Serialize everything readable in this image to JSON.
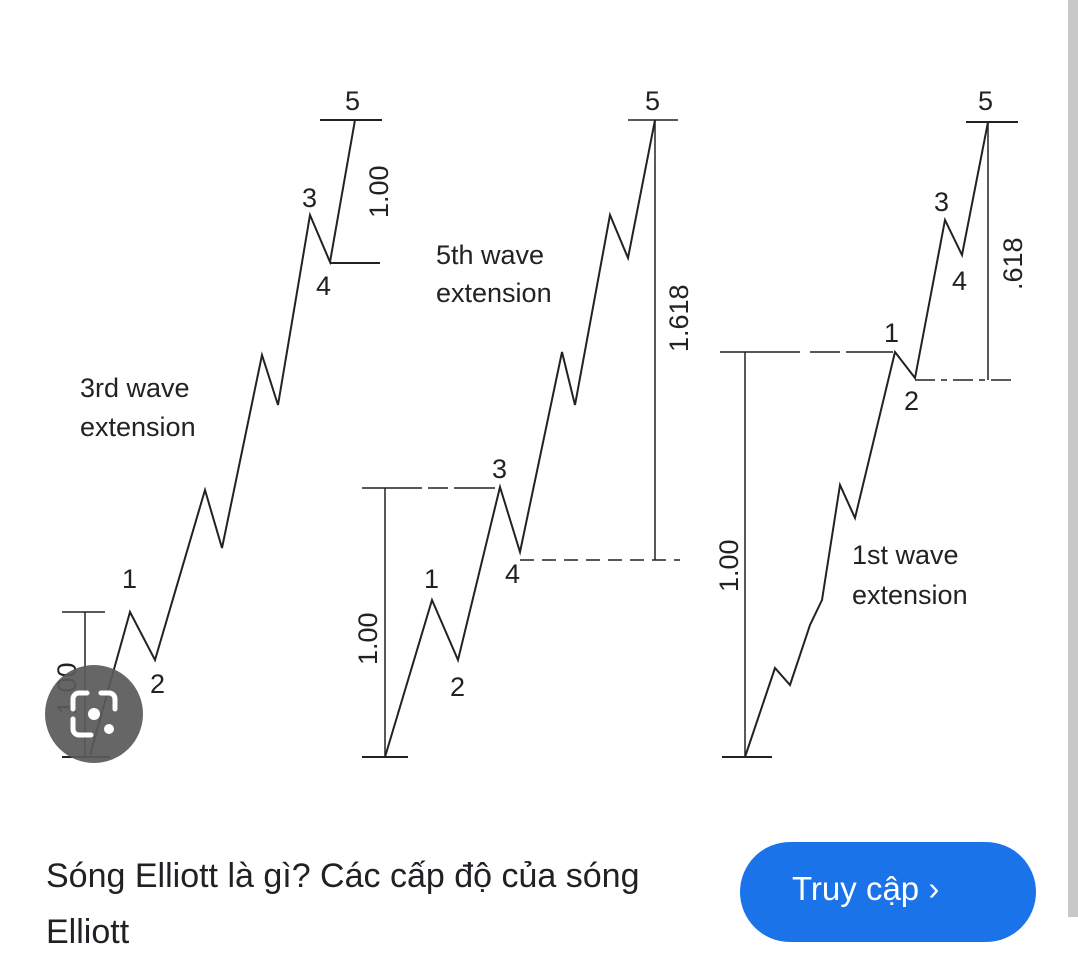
{
  "diagram": {
    "panels": [
      {
        "caption_line1": "3rd wave",
        "caption_line2": "extension",
        "labels": [
          "1",
          "2",
          "3",
          "4",
          "5"
        ],
        "ratio_top": "1.00",
        "ratio_bottom": "1.00"
      },
      {
        "caption_line1": "5th wave",
        "caption_line2": "extension",
        "labels": [
          "1",
          "2",
          "3",
          "4",
          "5"
        ],
        "ratio_top": "1.618",
        "ratio_bottom": "1.00"
      },
      {
        "caption_line1": "1st wave",
        "caption_line2": "extension",
        "labels": [
          "1",
          "2",
          "3",
          "4",
          "5"
        ],
        "ratio_top": ".618",
        "ratio_bottom": "1.00"
      }
    ]
  },
  "lens_button": {
    "icon": "google-lens-icon"
  },
  "result": {
    "title": "Sóng Elliott là gì? Các cấp độ của sóng Elliott",
    "visit_button_label": "Truy cập ›"
  },
  "colors": {
    "accent": "#1a73e8",
    "lens_bg": "#5a5a5a"
  }
}
